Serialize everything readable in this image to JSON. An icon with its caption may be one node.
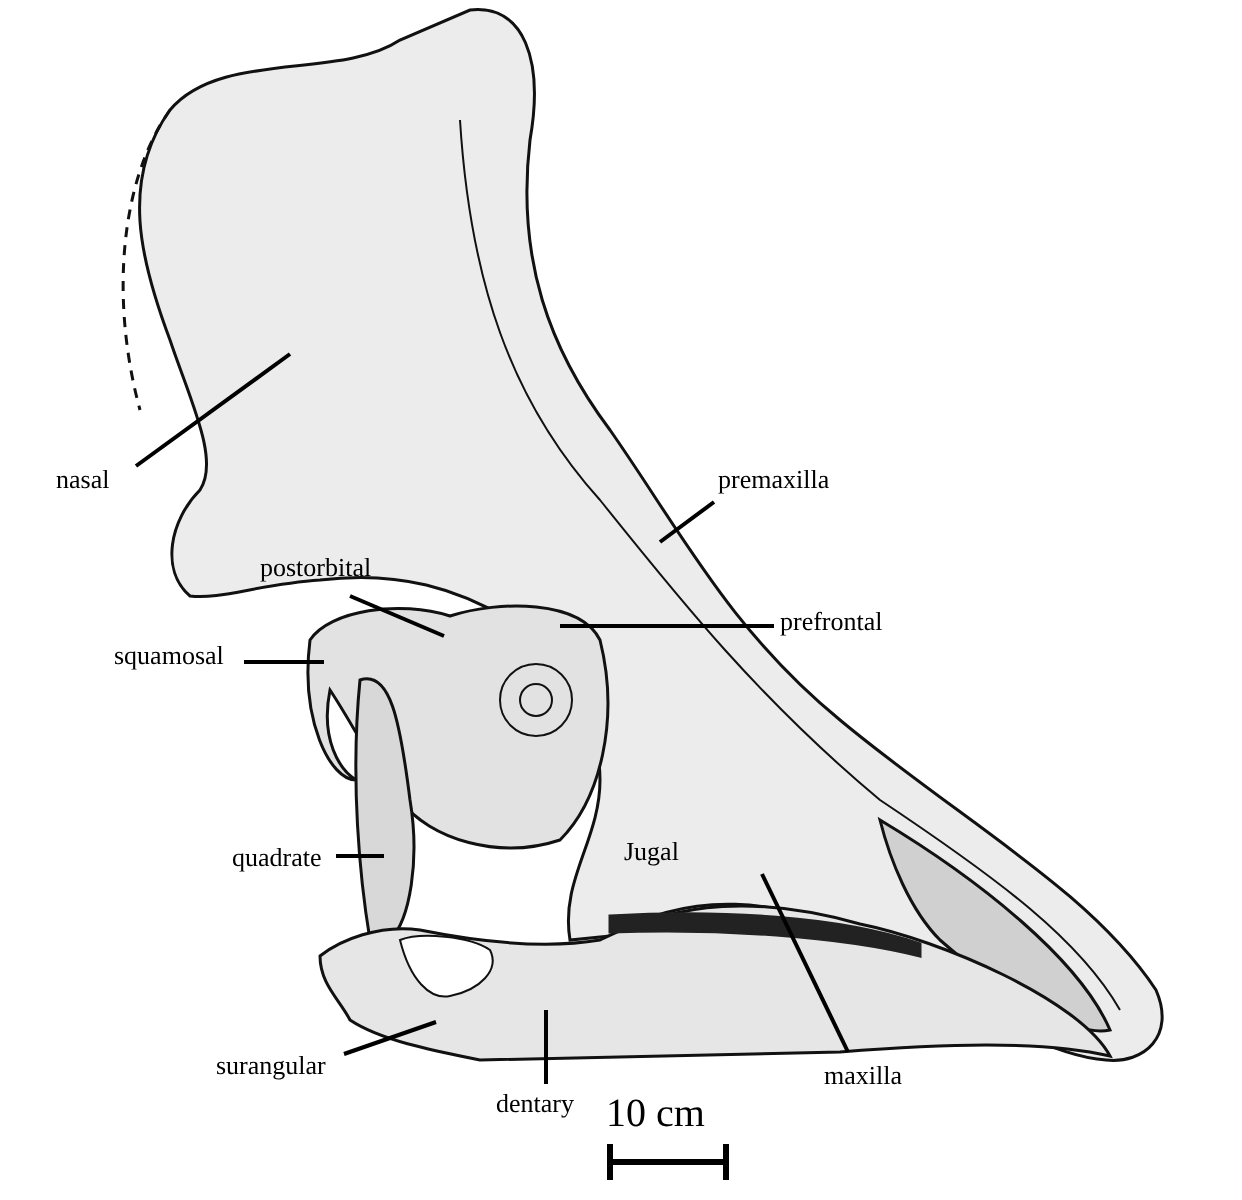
{
  "diagram": {
    "nodes": [
      {
        "text": [
          "nasal"
        ]
      },
      {
        "text": [
          "premaxilla"
        ]
      },
      {
        "text": [
          "postorbital"
        ]
      },
      {
        "text": [
          "prefrontal"
        ]
      },
      {
        "text": [
          "squamosal"
        ]
      },
      {
        "text": [
          "quadrate"
        ]
      },
      {
        "text": [
          "surangular"
        ]
      },
      {
        "text": [
          "dentary"
        ]
      },
      {
        "text": [
          "maxilla"
        ]
      }
    ],
    "edges": [
      {
        "from": 0,
        "to": null,
        "arrow": "none"
      },
      {
        "from": 1,
        "to": null,
        "arrow": "none"
      },
      {
        "from": 2,
        "to": null,
        "arrow": "none"
      },
      {
        "from": 3,
        "to": null,
        "arrow": "none"
      },
      {
        "from": 4,
        "to": null,
        "arrow": "none"
      },
      {
        "from": 5,
        "to": null,
        "arrow": "none"
      },
      {
        "from": 6,
        "to": null,
        "arrow": "none"
      },
      {
        "from": 7,
        "to": null,
        "arrow": "none"
      },
      {
        "from": 8,
        "to": null,
        "arrow": "none"
      }
    ],
    "labels": [
      "Jugal",
      "10 cm"
    ]
  }
}
